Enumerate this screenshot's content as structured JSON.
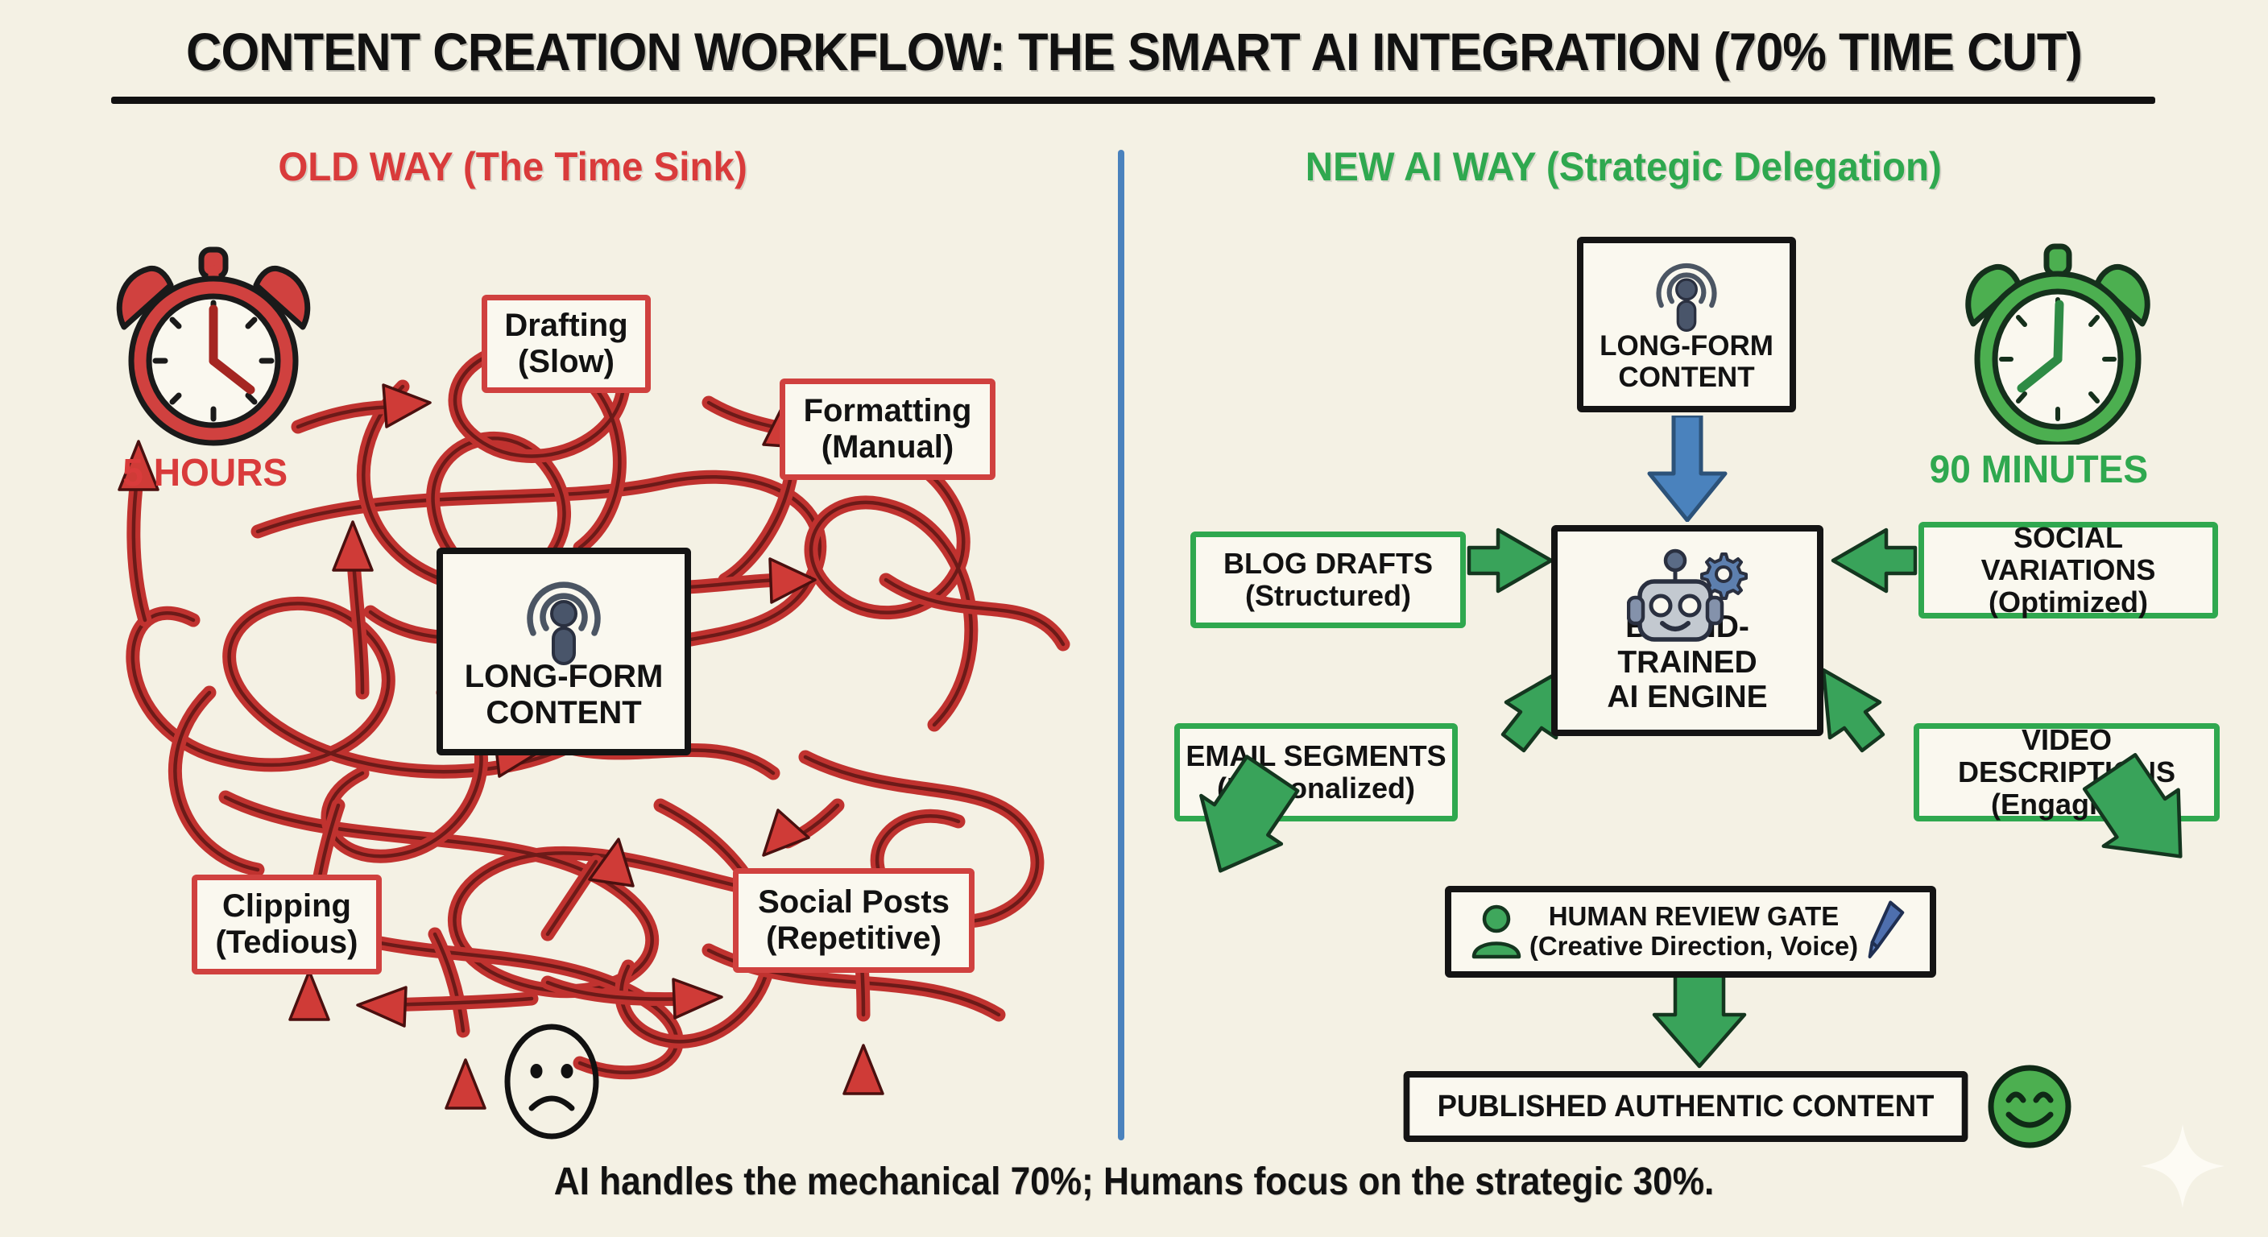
{
  "page": {
    "background_color": "#f4f1e4",
    "title": "CONTENT CREATION WORKFLOW: THE SMART AI INTEGRATION (70% TIME CUT)",
    "caption": "AI handles the mechanical 70%; Humans focus on the strategic 30%."
  },
  "colors": {
    "red": "#d0413f",
    "red_text": "#d93b3b",
    "green": "#2fa84f",
    "blue": "#4a82bd",
    "black": "#141414",
    "paper": "#faf8ef"
  },
  "left_panel": {
    "heading": "OLD WAY (The Time Sink)",
    "clock_icon": "alarm-clock-icon",
    "time_label": "5 HOURS",
    "center": {
      "icon": "podcast-icon",
      "line1": "LONG-FORM",
      "line2": "CONTENT"
    },
    "boxes": [
      {
        "name": "drafting",
        "line1": "Drafting",
        "line2": "(Slow)"
      },
      {
        "name": "formatting",
        "line1": "Formatting",
        "line2": "(Manual)"
      },
      {
        "name": "clipping",
        "line1": "Clipping",
        "line2": "(Tedious)"
      },
      {
        "name": "social-posts",
        "line1": "Social Posts",
        "line2": "(Repetitive)"
      }
    ],
    "mood_icon": "sad-face-icon"
  },
  "right_panel": {
    "heading": "NEW AI WAY (Strategic Delegation)",
    "clock_icon": "alarm-clock-icon",
    "time_label": "90 MINUTES",
    "source": {
      "icon": "podcast-icon",
      "line1": "LONG-FORM",
      "line2": "CONTENT"
    },
    "engine": {
      "icon": "robot-gear-icon",
      "line1": "BRAND-TRAINED",
      "line2": "AI ENGINE"
    },
    "outputs": [
      {
        "name": "blog-drafts",
        "line1": "BLOG DRAFTS",
        "line2": "(Structured)"
      },
      {
        "name": "social-variations",
        "line1": "SOCIAL VARIATIONS",
        "line2": "(Optimized)"
      },
      {
        "name": "email-segments",
        "line1": "EMAIL SEGMENTS",
        "line2": "(Personalized)"
      },
      {
        "name": "video-descriptions",
        "line1": "VIDEO DESCRIPTIONS",
        "line2": "(Engaging)"
      }
    ],
    "human_gate": {
      "person_icon": "person-icon",
      "pen_icon": "pen-icon",
      "line1": "HUMAN REVIEW GATE",
      "line2": "(Creative Direction, Voice)"
    },
    "published": {
      "label": "PUBLISHED AUTHENTIC CONTENT",
      "mood_icon": "happy-face-icon"
    }
  }
}
